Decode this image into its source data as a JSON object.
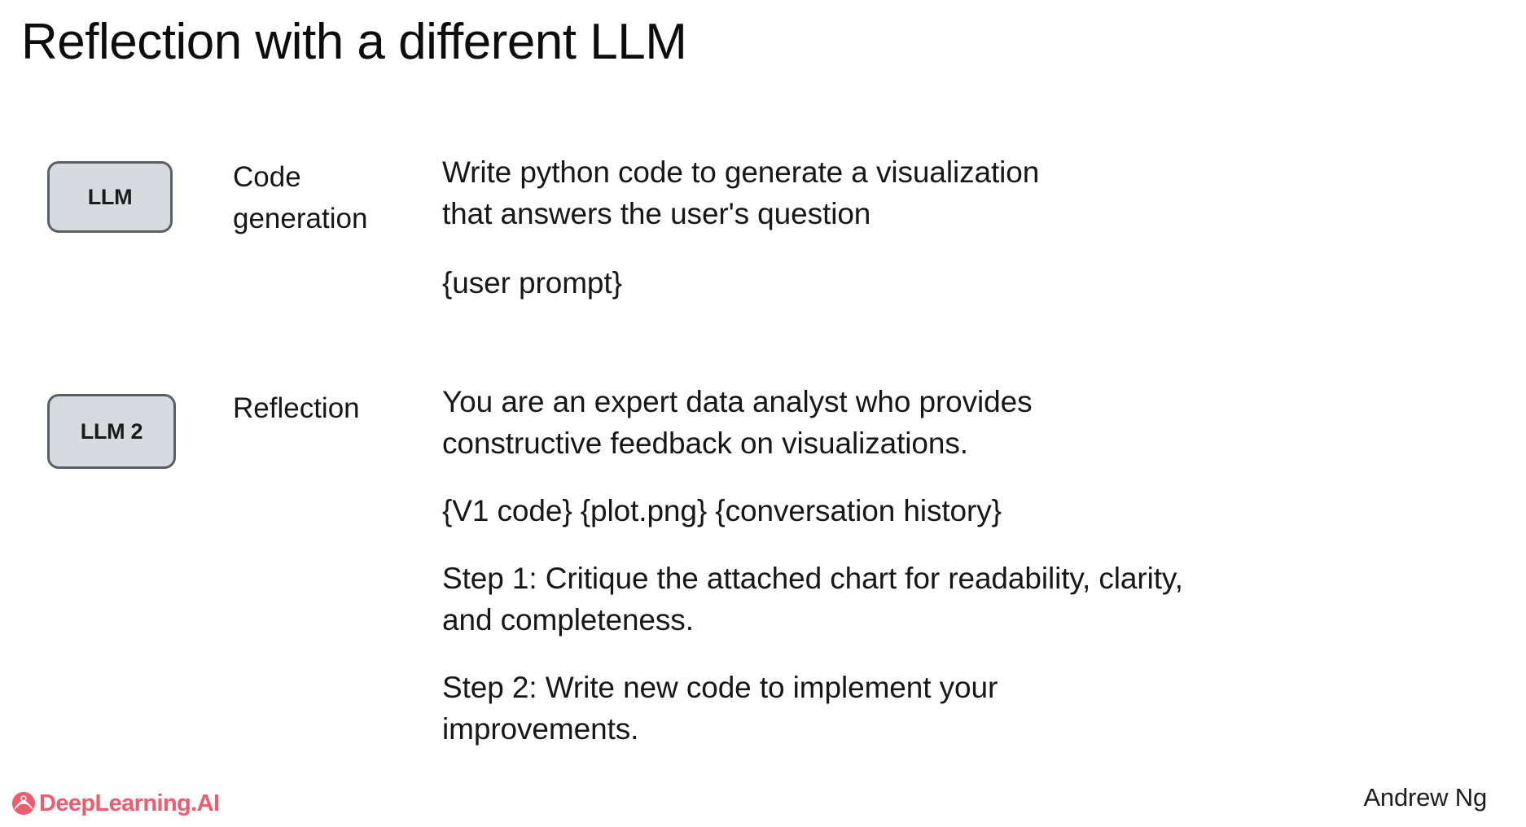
{
  "slide": {
    "title": "Reflection with a different LLM"
  },
  "rows": [
    {
      "badge": "LLM",
      "label": "Code\ngeneration",
      "paragraphs": [
        "Write python code to generate a visualization\nthat answers the user's question",
        "{user prompt}"
      ]
    },
    {
      "badge": "LLM 2",
      "label": "Reflection",
      "paragraphs": [
        "You are an expert data analyst who provides\nconstructive feedback on visualizations.",
        "{V1 code} {plot.png} {conversation history}",
        "Step 1: Critique the attached chart for readability, clarity,\nand completeness.",
        "Step 2: Write new code to implement your\nimprovements."
      ]
    }
  ],
  "footer": {
    "brand": "DeepLearning.AI",
    "brand_color": "#EE5C70",
    "author": "Andrew Ng"
  },
  "theme": {
    "background": "#ffffff",
    "text": "#171717",
    "badge_fill": "#d7dade",
    "badge_border": "#5a5f66"
  }
}
